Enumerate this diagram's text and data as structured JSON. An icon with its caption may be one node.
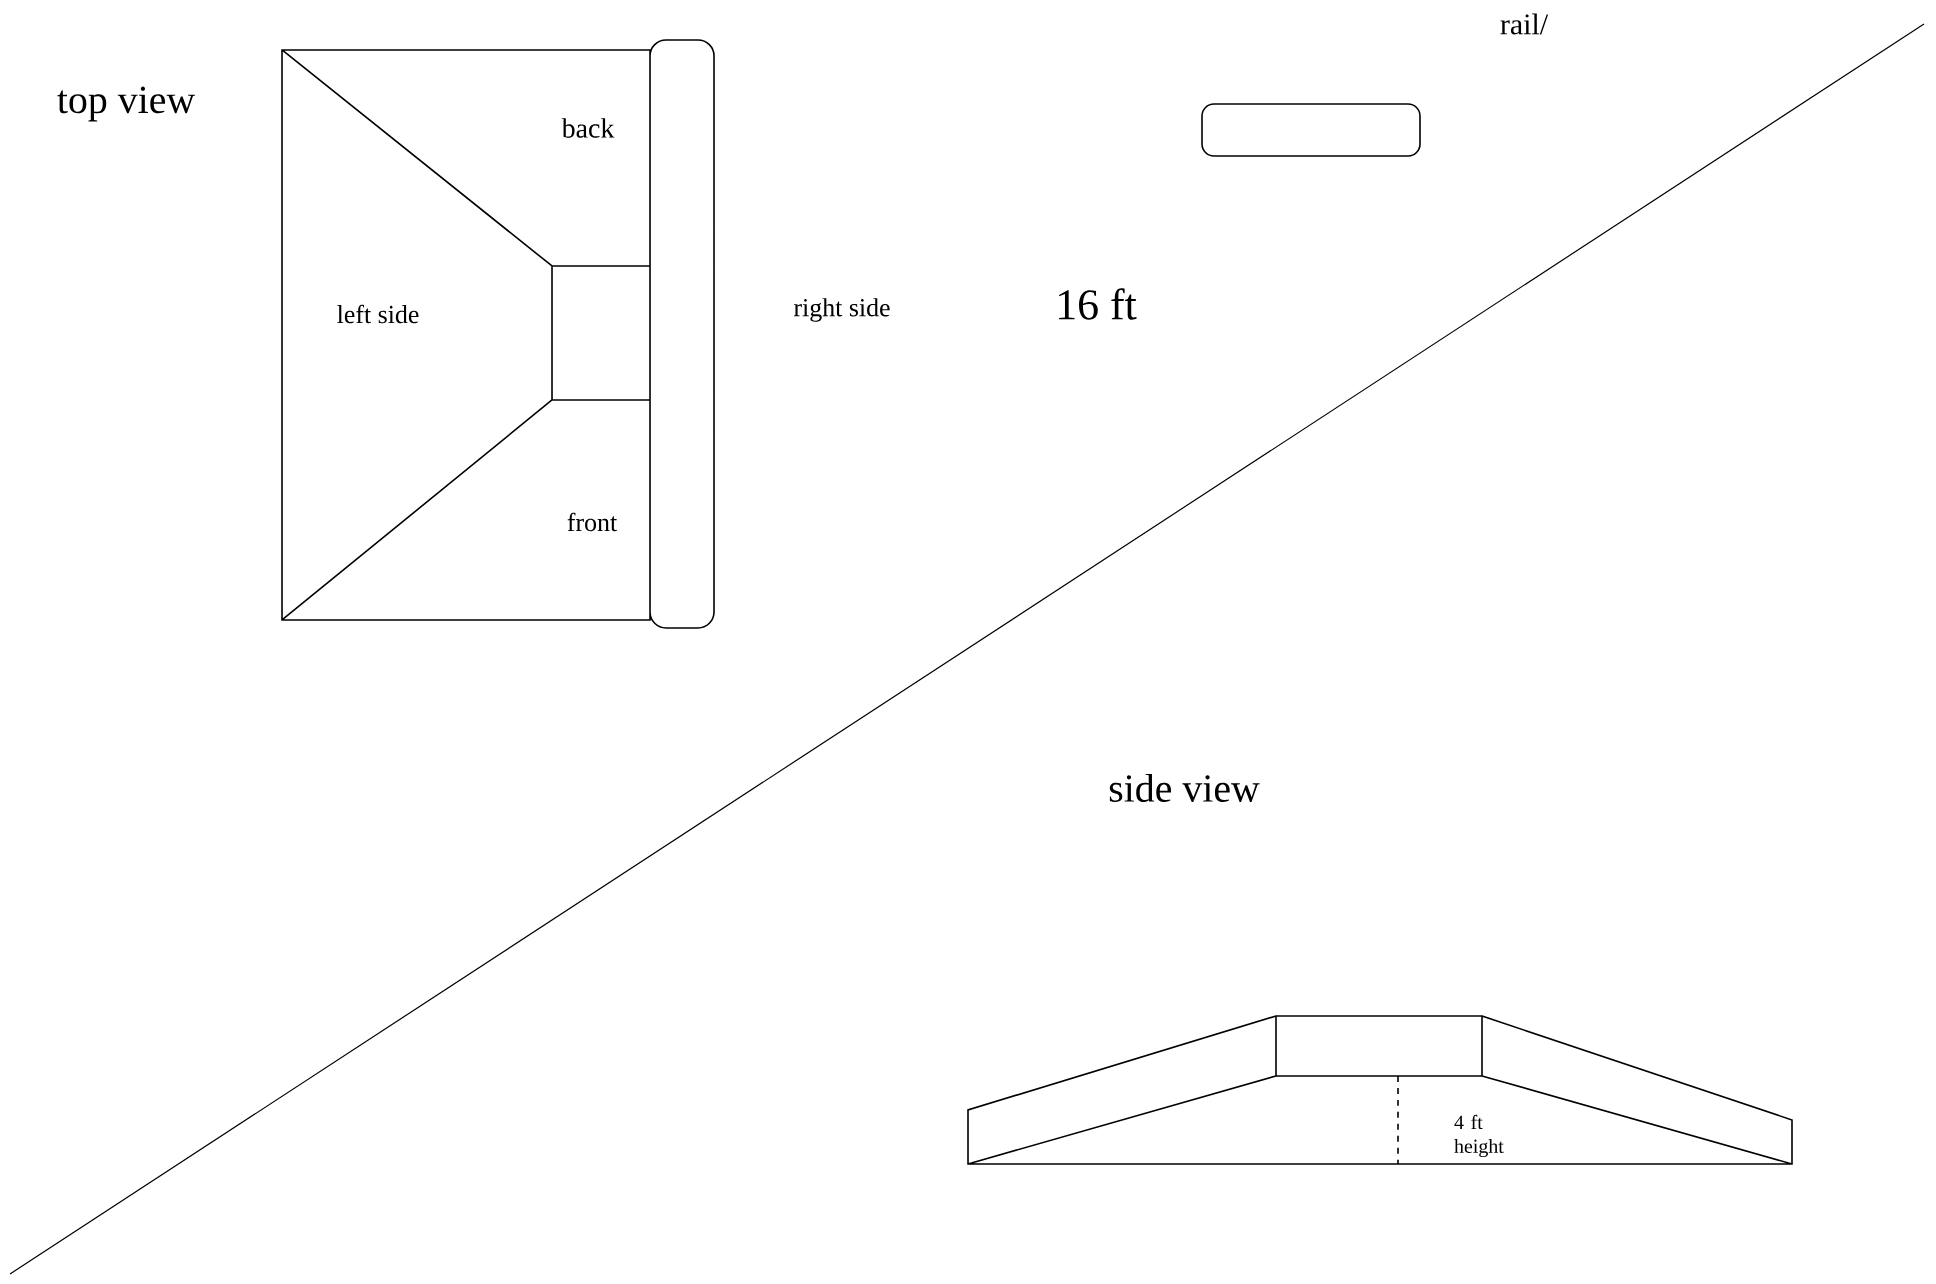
{
  "diagram": {
    "labels": [
      "rail/",
      "top view",
      "back",
      "left side",
      "right side",
      "16 ft",
      "front",
      "side view",
      "4 ft height"
    ]
  }
}
